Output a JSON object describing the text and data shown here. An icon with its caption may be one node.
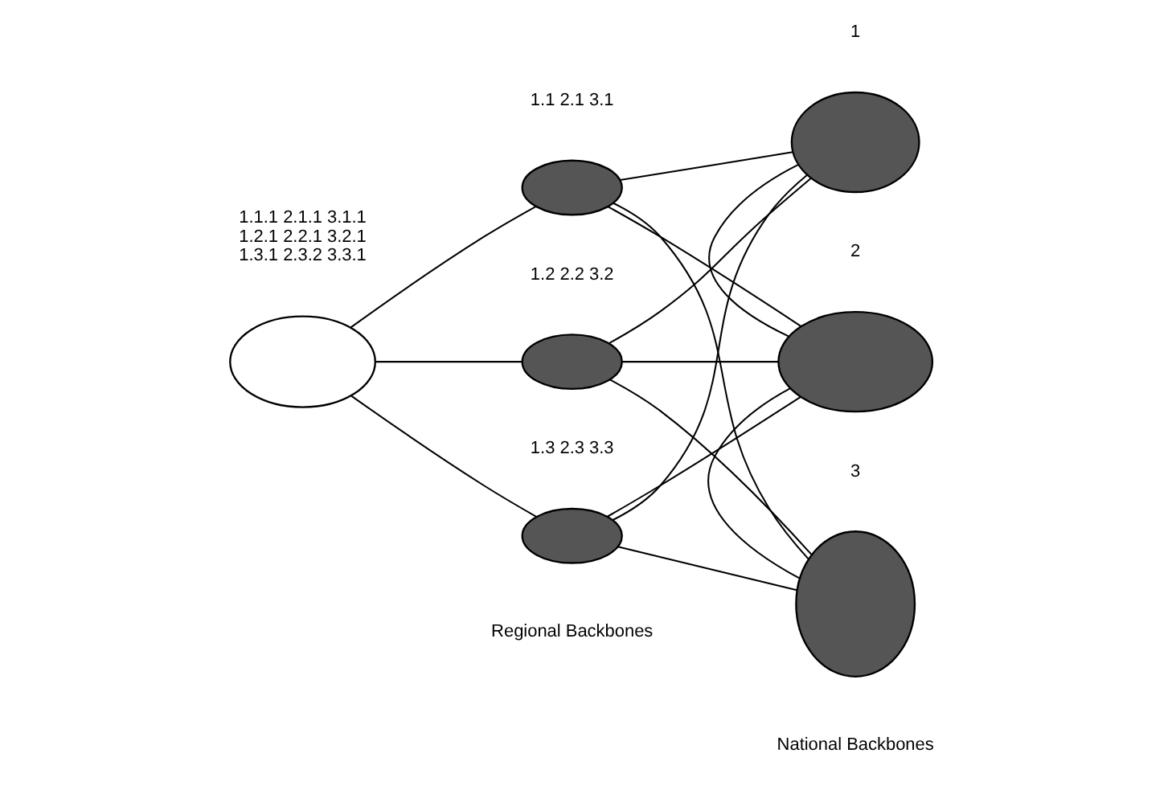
{
  "diagram": {
    "nodes": [
      {
        "text": [],
        "shape": "ellipse",
        "beside": [
          "1.1.1 2.1.1 3.1.1 1.2.1 2.2.1 3.2.1 1.3.1 2.3.2 3.3.1"
        ]
      },
      {
        "text": [],
        "shape": "ellipse",
        "beside": [
          "1.1 2.1 3.1"
        ]
      },
      {
        "text": [],
        "shape": "ellipse",
        "beside": [
          "1.2 2.2 3.2"
        ]
      },
      {
        "text": [],
        "shape": "ellipse",
        "beside": [
          "1.3 2.3 3.3"
        ]
      },
      {
        "text": [],
        "shape": "ellipse",
        "beside": [
          "1"
        ]
      },
      {
        "text": [],
        "shape": "ellipse",
        "beside": [
          "2"
        ]
      },
      {
        "text": [],
        "shape": "ellipse",
        "beside": [
          "3"
        ]
      }
    ],
    "edges": [
      {
        "from": 0,
        "to": 1,
        "arrow": "none"
      },
      {
        "from": 0,
        "to": 2,
        "arrow": "none"
      },
      {
        "from": 0,
        "to": 3,
        "arrow": "none"
      },
      {
        "from": 1,
        "to": 4,
        "arrow": "none"
      },
      {
        "from": 1,
        "to": 5,
        "arrow": "none"
      },
      {
        "from": 1,
        "to": 6,
        "arrow": "none"
      },
      {
        "from": 2,
        "to": 4,
        "arrow": "none"
      },
      {
        "from": 2,
        "to": 5,
        "arrow": "none"
      },
      {
        "from": 2,
        "to": 6,
        "arrow": "none"
      },
      {
        "from": 3,
        "to": 4,
        "arrow": "none"
      },
      {
        "from": 3,
        "to": 5,
        "arrow": "none"
      },
      {
        "from": 3,
        "to": 6,
        "arrow": "none"
      },
      {
        "from": 4,
        "to": 5,
        "arrow": "none"
      },
      {
        "from": 5,
        "to": 6,
        "arrow": "none"
      }
    ],
    "labels": [
      "Regional Backbones",
      "National Backbones"
    ]
  }
}
